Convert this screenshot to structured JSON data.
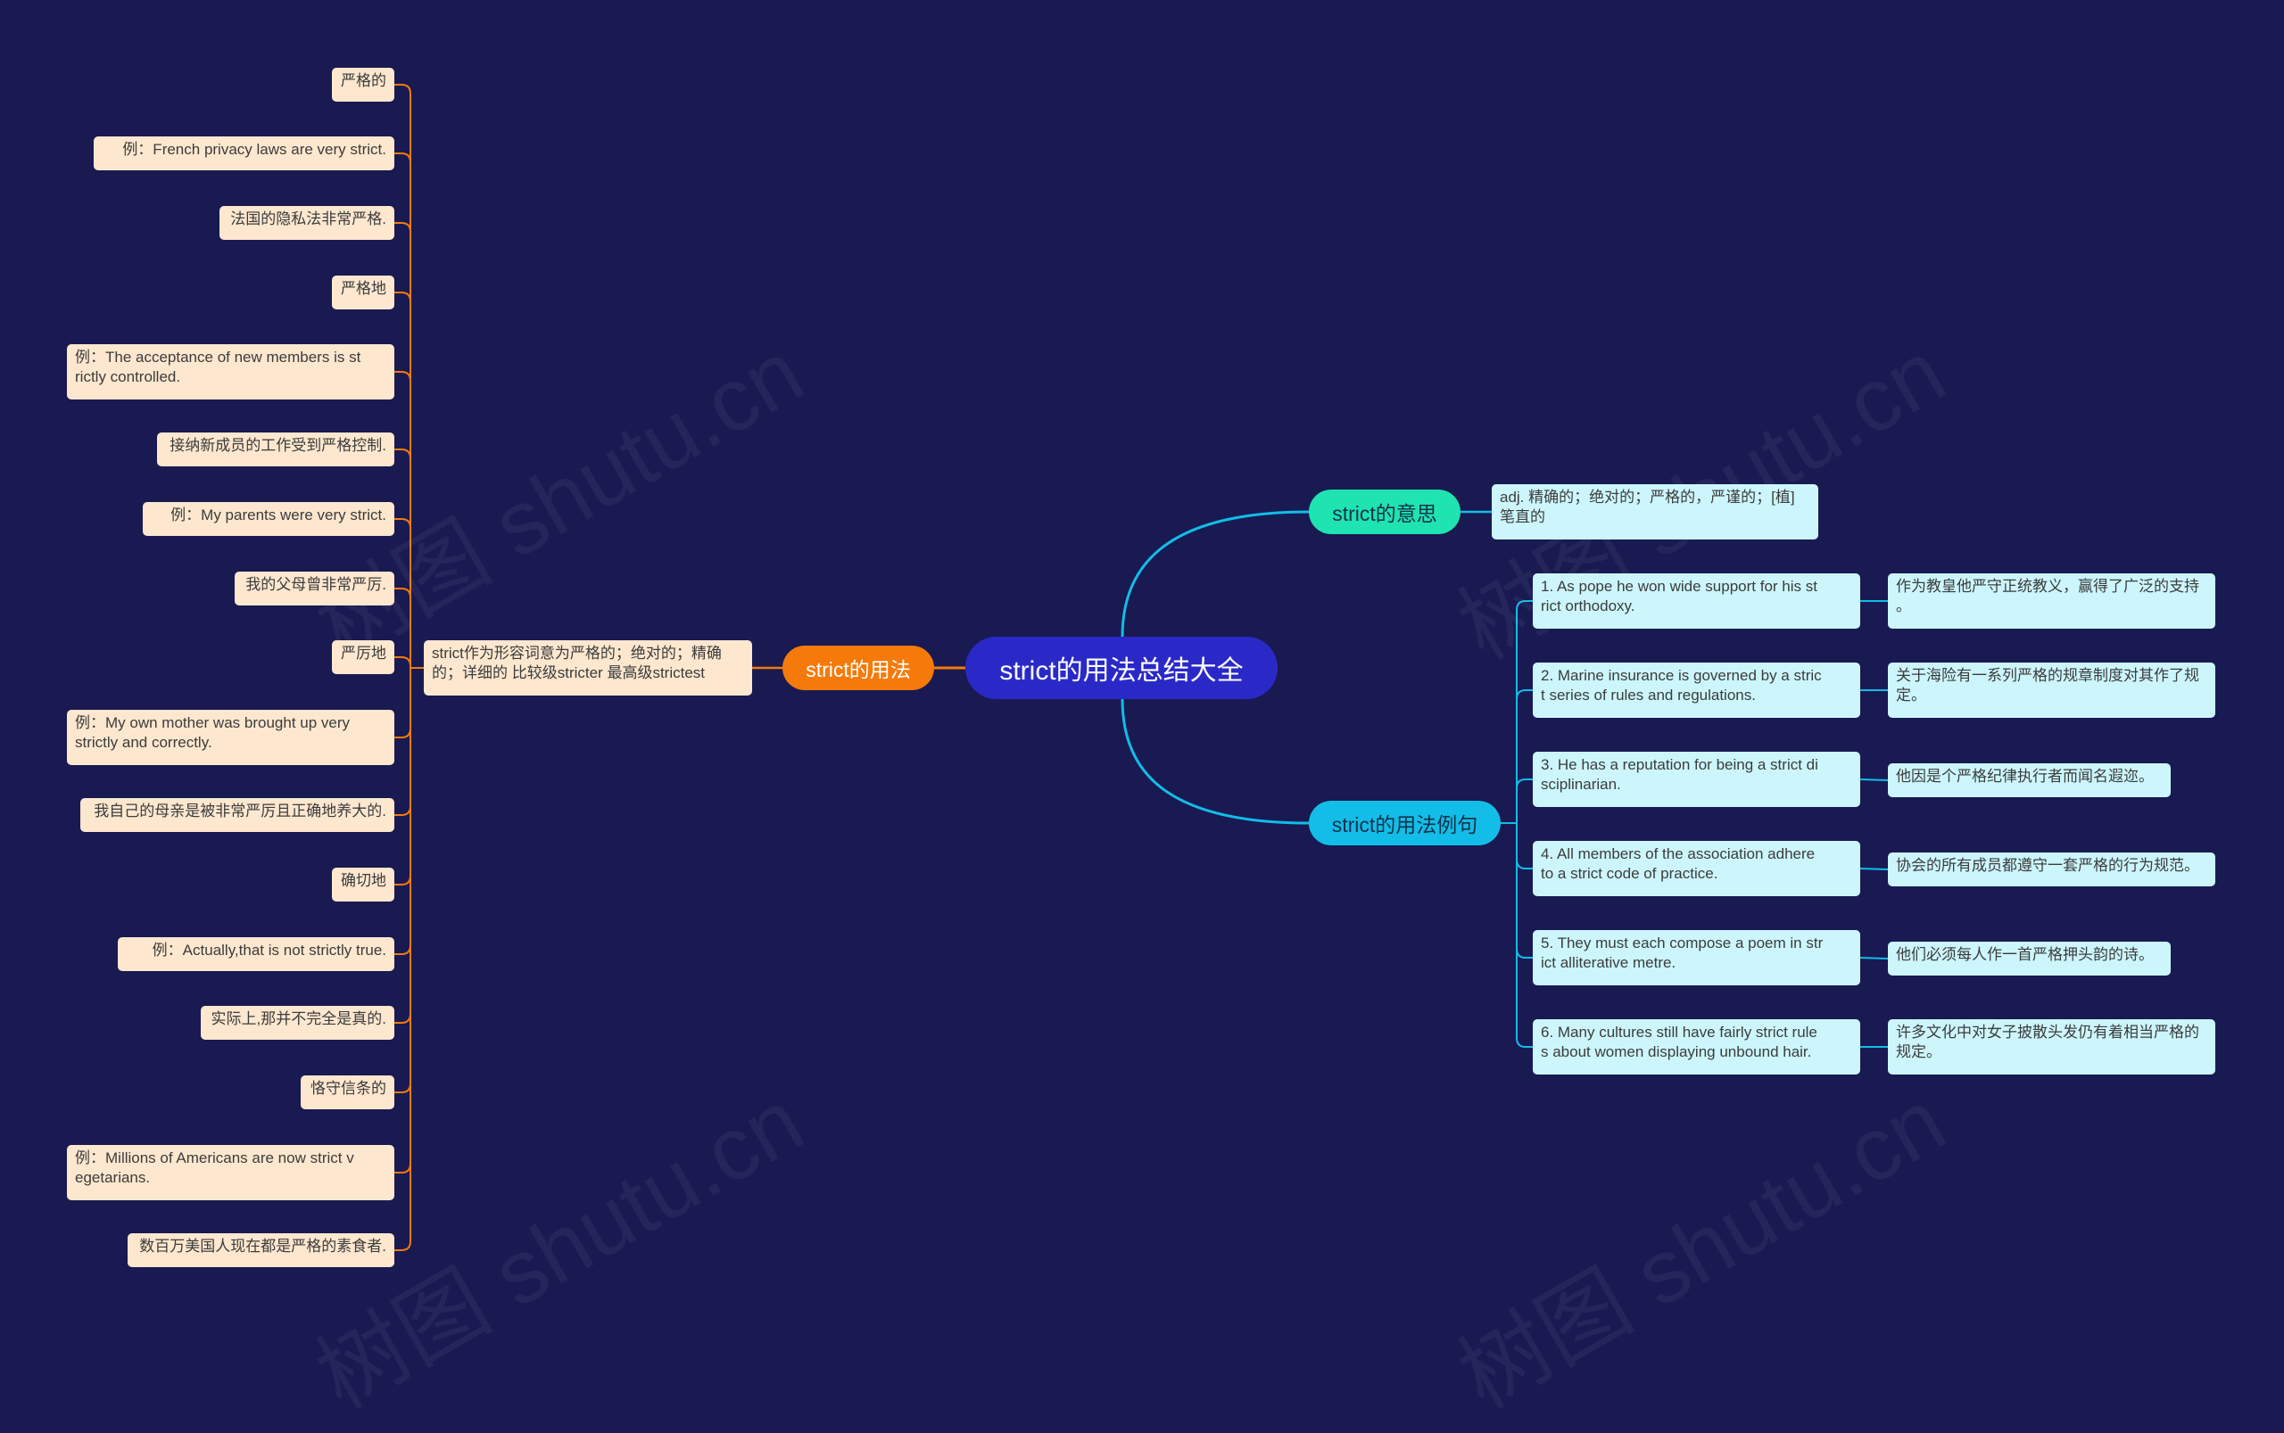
{
  "root": "strict的用法总结大全",
  "usage": {
    "label": "strict的用法",
    "summary": [
      "strict作为形容词意为严格的；绝对的；精确",
      "的；详细的 比较级stricter 最高级strictest"
    ],
    "items": [
      [
        "严格的"
      ],
      [
        "例：French privacy laws are very strict."
      ],
      [
        "法国的隐私法非常严格."
      ],
      [
        "严格地"
      ],
      [
        "例：The acceptance of new members is st",
        "rictly controlled."
      ],
      [
        "接纳新成员的工作受到严格控制."
      ],
      [
        "例：My parents were very strict."
      ],
      [
        "我的父母曾非常严厉."
      ],
      [
        "严厉地"
      ],
      [
        "例：My own mother was brought up very",
        " strictly and correctly."
      ],
      [
        "我自己的母亲是被非常严厉且正确地养大的."
      ],
      [
        "确切地"
      ],
      [
        "例：Actually,that is not strictly true."
      ],
      [
        "实际上,那并不完全是真的."
      ],
      [
        "恪守信条的"
      ],
      [
        "例：Millions of Americans are now strict v",
        "egetarians."
      ],
      [
        "数百万美国人现在都是严格的素食者."
      ]
    ]
  },
  "meaning": {
    "label": "strict的意思",
    "text": [
      "adj. 精确的；绝对的；严格的，严谨的；[植]",
      "笔直的"
    ]
  },
  "examples": {
    "label": "strict的用法例句",
    "items": [
      {
        "en": [
          "1. As pope he won wide support for his st",
          "rict orthodoxy."
        ],
        "zh": [
          "作为教皇他严守正统教义，赢得了广泛的支持",
          "。"
        ]
      },
      {
        "en": [
          "2. Marine insurance is governed by a stric",
          "t series of rules and regulations."
        ],
        "zh": [
          "关于海险有一系列严格的规章制度对其作了规",
          "定。"
        ]
      },
      {
        "en": [
          "3. He has a reputation for being a strict di",
          "sciplinarian."
        ],
        "zh": [
          "他因是个严格纪律执行者而闻名遐迩。"
        ]
      },
      {
        "en": [
          "4. All members of the association adhere",
          "to a strict code of practice."
        ],
        "zh": [
          "协会的所有成员都遵守一套严格的行为规范。"
        ]
      },
      {
        "en": [
          "5. They must each compose a poem in str",
          "ict alliterative metre."
        ],
        "zh": [
          "他们必须每人作一首严格押头韵的诗。"
        ]
      },
      {
        "en": [
          "6. Many cultures still have fairly strict rule",
          "s about women displaying unbound hair."
        ],
        "zh": [
          "许多文化中对女子披散头发仍有着相当严格的",
          "规定。"
        ]
      }
    ]
  },
  "watermark": "树图 shutu.cn",
  "colors": {
    "background": "#191a52",
    "root": "#2a29c8",
    "usage": "#f57a0a",
    "meaning": "#1fe3b0",
    "examples": "#12bde8",
    "orange_leaf": "#fde7cf",
    "cyan_leaf": "#ccf6fc",
    "orange_line": "#f57a0a",
    "cyan_line": "#12bde8"
  }
}
